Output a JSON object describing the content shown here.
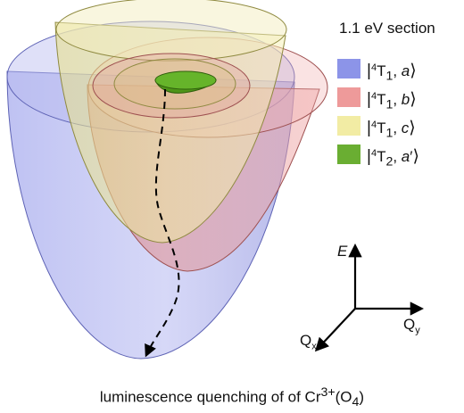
{
  "legend": {
    "title": "1.1 eV section",
    "items": [
      {
        "state": "4T1",
        "spin": "4",
        "term": "T",
        "sub": "1",
        "component": "a",
        "prime": "",
        "color": "#7f88e6"
      },
      {
        "state": "4T1",
        "spin": "4",
        "term": "T",
        "sub": "1",
        "component": "b",
        "prime": "",
        "color": "#ec8f8f"
      },
      {
        "state": "4T1",
        "spin": "4",
        "term": "T",
        "sub": "1",
        "component": "c",
        "prime": "",
        "color": "#f1ea9a"
      },
      {
        "state": "4T2",
        "spin": "4",
        "term": "T",
        "sub": "2",
        "component": "a",
        "prime": "′",
        "color": "#5aa51c"
      }
    ]
  },
  "axes": {
    "energy": "E",
    "qx": "Q",
    "qx_sub": "x",
    "qy": "Q",
    "qy_sub": "y"
  },
  "caption": {
    "prefix": "luminescence quenching of of Cr",
    "ion_charge": "3+",
    "middle": "(O",
    "ligand_count": "4",
    "suffix": ")"
  }
}
